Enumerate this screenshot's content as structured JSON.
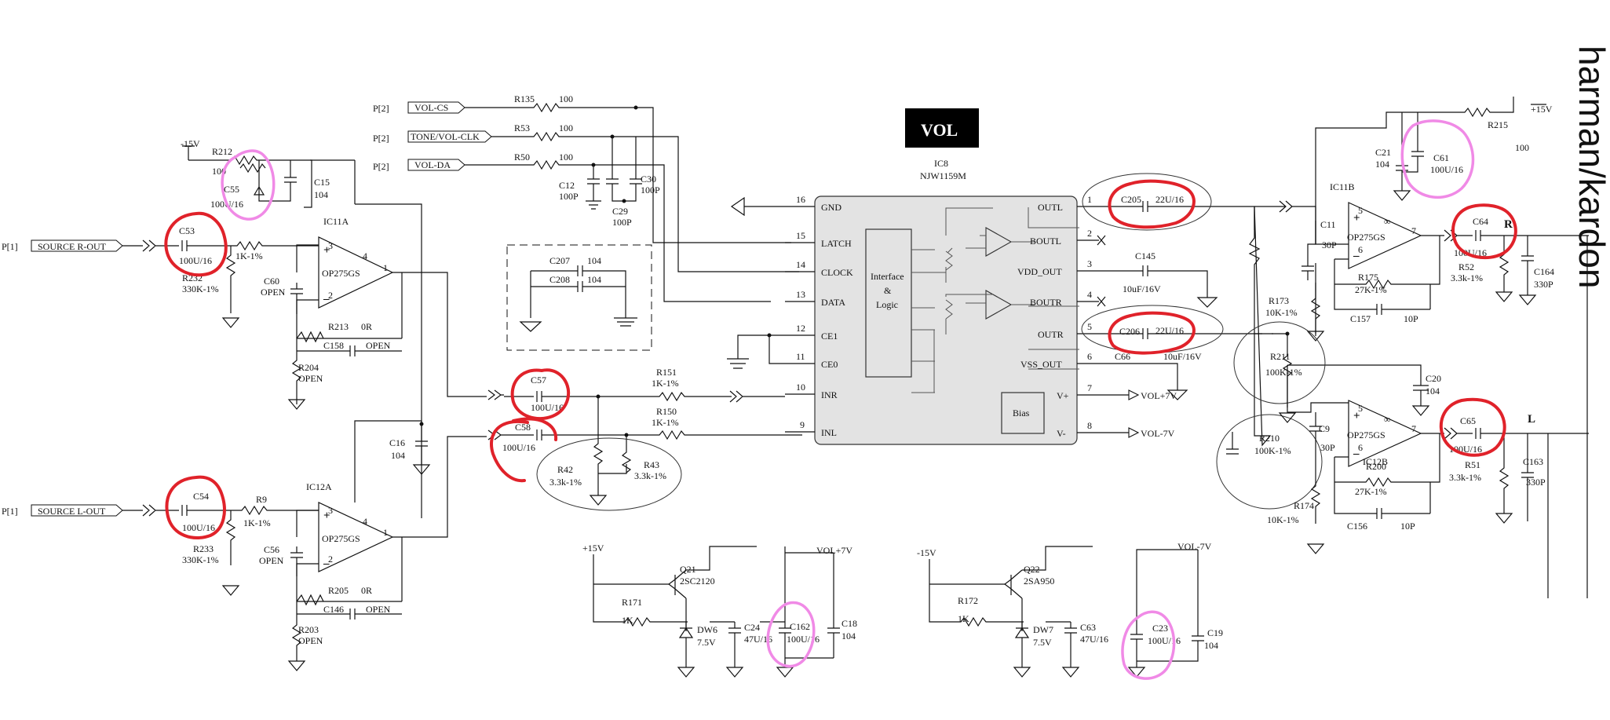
{
  "brand": "harman/kardon",
  "block_title": "VOL",
  "ic8": {
    "ref": "IC8",
    "part": "NJW1159M",
    "core": [
      "Interface",
      "&",
      "Logic"
    ],
    "bias": "Bias"
  },
  "ic8_left_pins": [
    {
      "num": "16",
      "name": "GND"
    },
    {
      "num": "15",
      "name": "LATCH"
    },
    {
      "num": "14",
      "name": "CLOCK"
    },
    {
      "num": "13",
      "name": "DATA"
    },
    {
      "num": "12",
      "name": "CE1"
    },
    {
      "num": "11",
      "name": "CE0"
    },
    {
      "num": "10",
      "name": "INR"
    },
    {
      "num": "9",
      "name": "INL"
    }
  ],
  "ic8_right_pins": [
    {
      "num": "1",
      "name": "OUTL"
    },
    {
      "num": "2",
      "name": "BOUTL"
    },
    {
      "num": "3",
      "name": "VDD_OUT"
    },
    {
      "num": "4",
      "name": "BOUTR"
    },
    {
      "num": "5",
      "name": "OUTR"
    },
    {
      "num": "6",
      "name": "VSS_OUT"
    },
    {
      "num": "7",
      "name": "V+"
    },
    {
      "num": "8",
      "name": "V-"
    }
  ],
  "ports": {
    "p1": "P[1]",
    "p2": "P[2]",
    "vol_cs": "VOL-CS",
    "tone_vol_clk": "TONE/VOL-CLK",
    "vol_da": "VOL-DA",
    "src_r": "SOURCE R-OUT",
    "src_l": "SOURCE L-OUT",
    "vol_p7": "VOL+7V",
    "vol_m7": "VOL-7V",
    "vol_p7b": "VOL+7V",
    "vol_m7b": "VOL-7V"
  },
  "rails": {
    "p15a": "-15V",
    "p15b": "+15V",
    "p15c": "+15V",
    "m15": "-15V"
  },
  "channels": {
    "r": "R",
    "l": "L"
  },
  "opamps": {
    "ic11a": {
      "ref": "IC11A",
      "part": "OP275GS",
      "pin_p": "3",
      "pin_n": "2",
      "pin_o": "1",
      "sup": "4",
      "plus": "+",
      "minus": "–"
    },
    "ic12a": {
      "ref": "IC12A",
      "part": "OP275GS",
      "pin_p": "3",
      "pin_n": "2",
      "pin_o": "1",
      "sup": "4",
      "plus": "+",
      "minus": "–"
    },
    "ic11b": {
      "ref": "IC11B",
      "part": "OP275GS",
      "pin_p": "5",
      "pin_n": "6",
      "pin_o": "7",
      "sup": "∞",
      "plus": "+",
      "minus": "–"
    },
    "ic12b": {
      "ref": "IC12B",
      "part": "OP275GS",
      "pin_p": "5",
      "pin_n": "6",
      "pin_o": "7",
      "sup": "∞",
      "plus": "+",
      "minus": "–"
    }
  },
  "labels": {
    "r212": "R212",
    "r212v": "100",
    "c15": "C15",
    "c15v": "104",
    "c55": "C55",
    "c55v": "100U/16",
    "c53": "C53",
    "c53v": "100U/16",
    "r232": "R232",
    "r232v": "330K-1%",
    "r11": "1K-1%",
    "c60": "C60",
    "c60v": "OPEN",
    "r213": "R213",
    "r213v": "0R",
    "c158": "C158",
    "c158v": "OPEN",
    "r204": "R204",
    "r204v": "OPEN",
    "c16": "C16",
    "c16v": "104",
    "c54": "C54",
    "c54v": "100U/16",
    "r233": "R233",
    "r233v": "330K-1%",
    "r9": "R9",
    "r9v": "1K-1%",
    "c56": "C56",
    "c56v": "OPEN",
    "r205": "R205",
    "r205v": "0R",
    "c146": "C146",
    "c146v": "OPEN",
    "r203": "R203",
    "r203v": "OPEN",
    "r135": "R135",
    "r135v": "100",
    "r53": "R53",
    "r53v": "100",
    "r50": "R50",
    "r50v": "100",
    "c12": "C12",
    "c12v": "100P",
    "c29": "C29",
    "c29v": "100P",
    "c30": "C30",
    "c30v": "100P",
    "c207": "C207",
    "c207v": "104",
    "c208": "C208",
    "c208v": "104",
    "c57": "C57",
    "c57v": "100U/16",
    "c58": "C58",
    "c58v": "100U/16",
    "r151": "R151",
    "r151v": "1K-1%",
    "r150": "R150",
    "r150v": "1K-1%",
    "r42": "R42",
    "r42v": "3.3k-1%",
    "r43": "R43",
    "r43v": "3.3k-1%",
    "c205": "C205",
    "c205v": "22U/16",
    "c145": "C145",
    "c145v": "10uF/16V",
    "c206": "C206",
    "c206v": "22U/16",
    "c66": "C66",
    "c66v": "10uF/16V",
    "q21": "Q21",
    "q21v": "2SC2120",
    "r171": "R171",
    "r171v": "1K",
    "dw6": "DW6",
    "dw6v": "7.5V",
    "c24": "C24",
    "c24v": "47U/16",
    "c162": "C162",
    "c162v": "100U/16",
    "c18": "C18",
    "c18v": "104",
    "q22": "Q22",
    "q22v": "2SA950",
    "r172": "R172",
    "r172v": "1K",
    "dw7": "DW7",
    "dw7v": "7.5V",
    "c63": "C63",
    "c63v": "47U/16",
    "c23": "C23",
    "c23v": "100U/16",
    "c19": "C19",
    "c19v": "104",
    "r215": "R215",
    "r215v": "100",
    "c21": "C21",
    "c21v": "104",
    "c61": "C61",
    "c61v": "100U/16",
    "c11": "C11",
    "c11v": "30P",
    "r175": "R175",
    "r175v": "27K-1%",
    "c157": "C157",
    "c157v": "10P",
    "c64": "C64",
    "c64v": "100U/16",
    "r52": "R52",
    "r52v": "3.3k-1%",
    "c164": "C164",
    "c164v": "330P",
    "r173": "R173",
    "r173v": "10K-1%",
    "r211": "R211",
    "r211v": "100K-1%",
    "c20": "C20",
    "c20v": "104",
    "r210": "R210",
    "r210v": "100K-1%",
    "c9": "C9",
    "c9v": "30P",
    "r200": "R200",
    "r200v": "27K-1%",
    "c156": "C156",
    "c156v": "10P",
    "c65": "C65",
    "c65v": "100U/16",
    "r51": "R51",
    "r51v": "3.3k-1%",
    "c163": "C163",
    "c163v": "330P",
    "r174": "R174",
    "r174v": "10K-1%"
  },
  "colors": {
    "highlight_red": "#e0222a",
    "highlight_pink": "#f08ae6",
    "chip_fill": "#e3e3e3"
  }
}
